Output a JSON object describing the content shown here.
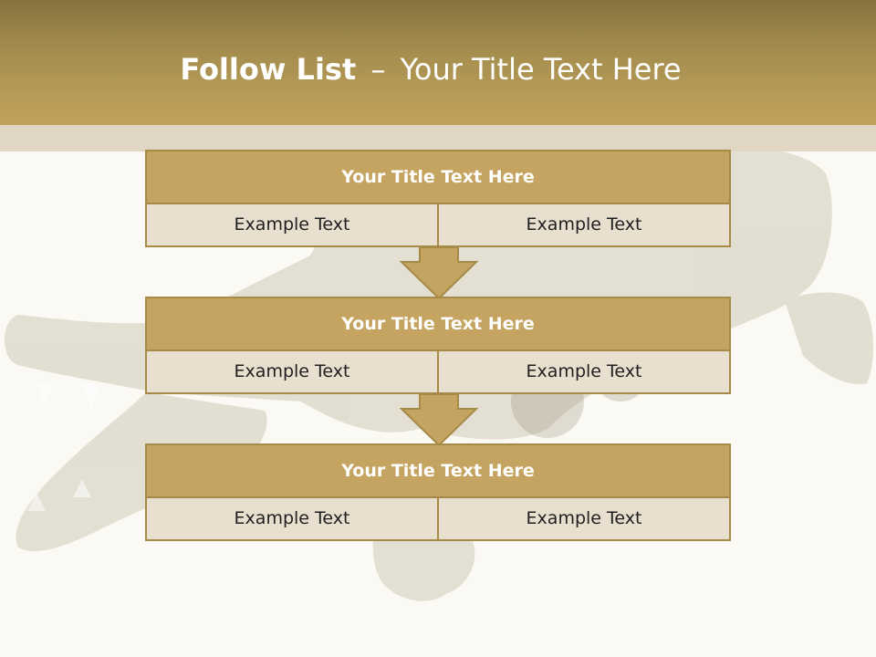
{
  "header": {
    "title_bold": "Follow List",
    "title_separator": "–",
    "title_rest": "Your Title Text Here"
  },
  "steps": [
    {
      "title": "Your Title Text Here",
      "left": "Example Text",
      "right": "Example Text"
    },
    {
      "title": "Your Title Text Here",
      "left": "Example Text",
      "right": "Example Text"
    },
    {
      "title": "Your Title Text Here",
      "left": "Example Text",
      "right": "Example Text"
    }
  ],
  "background": {
    "image": "crocodile-illustration"
  },
  "colors": {
    "header_dark": "#86733f",
    "header_light": "#c2a35c",
    "card_title": "#c4a460",
    "card_body": "#e9dfcf",
    "border": "#a68a48"
  }
}
